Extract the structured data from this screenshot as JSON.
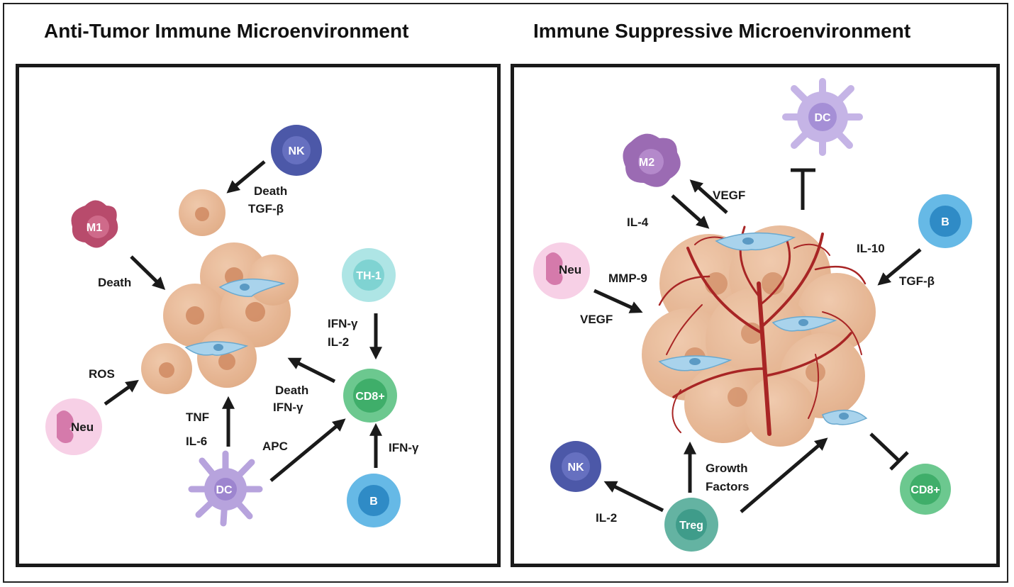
{
  "left_panel": {
    "title": "Anti-Tumor Immune Microenvironment",
    "cells": {
      "nk": "NK",
      "m1": "M1",
      "th1": "TH-1",
      "neu": "Neu",
      "cd8": "CD8+",
      "dc": "DC",
      "b": "B"
    },
    "labels": {
      "nk_death": "Death",
      "nk_tgf": "TGF-β",
      "m1_death": "Death",
      "th1_ifn": "IFN-γ",
      "th1_il2": "IL-2",
      "ros": "ROS",
      "cd8_death": "Death",
      "cd8_ifn": "IFN-γ",
      "tnf": "TNF",
      "il6": "IL-6",
      "apc": "APC",
      "b_ifn": "IFN-γ"
    }
  },
  "right_panel": {
    "title": "Immune  Suppressive Microenvironment",
    "cells": {
      "dc": "DC",
      "m2": "M2",
      "b": "B",
      "neu": "Neu",
      "nk": "NK",
      "treg": "Treg",
      "cd8": "CD8+"
    },
    "labels": {
      "vegf_m2": "VEGF",
      "il4": "IL-4",
      "il10": "IL-10",
      "tgf": "TGF-β",
      "mmp9": "MMP-9",
      "vegf_neu": "VEGF",
      "growth": "Growth",
      "factors": "Factors",
      "il2": "IL-2"
    }
  },
  "colors": {
    "tumor": "#e9b896",
    "tumor_nucleus": "#d08a62",
    "fibroblast": "#a9d3ec",
    "vessel": "#a82525",
    "nk": "#4c58a8",
    "m1": "#b84b6c",
    "m2": "#9b6bb3",
    "th1": "#7fd3d2",
    "neu": "#f2b6d8",
    "cd8": "#3fae6a",
    "dc": "#b7a3dd",
    "b": "#3a9fd8",
    "treg": "#3f9c8a"
  }
}
